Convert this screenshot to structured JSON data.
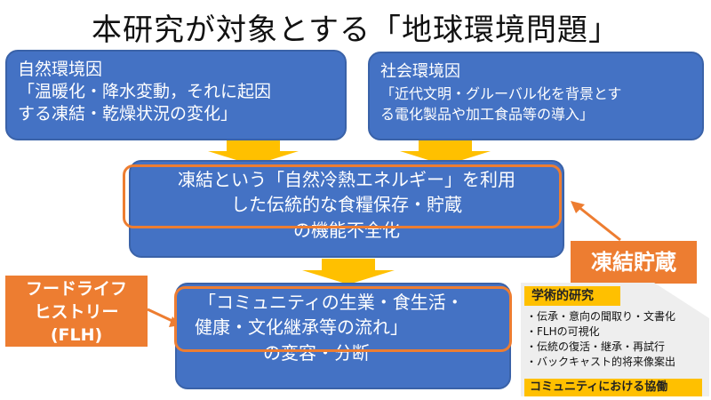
{
  "title": "本研究が対象とする「地球環境問題」",
  "natural": {
    "heading": "自然環境因",
    "line1": "「温暖化・降水変動，それに起因",
    "line2": "する凍結・乾燥状況の変化」"
  },
  "social": {
    "heading": "社会環境因",
    "line1": "「近代文明・グルーバル化を背景とす",
    "line2": "る電化製品や加工食品等の導入」"
  },
  "freeze": {
    "line1": "凍結という「自然冷熱エネルギー」を利用",
    "line2": "した伝統的な食糧保存・貯蔵",
    "line3": "の機能不全化"
  },
  "change": {
    "line1": "「コミュニティの生業・食生活・",
    "line2": "健康・文化継承等の流れ」",
    "line3": "の変容・分断"
  },
  "storage_label": "凍結貯蔵",
  "flh_label": {
    "line1": "フードライフ",
    "line2": "ヒストリー",
    "line3": "(FLH)"
  },
  "research": {
    "title": "学術的研究",
    "items": [
      "・伝承・意向の聞取り・文書化",
      "・FLHの可視化",
      "・伝統の復活・継承・再試行",
      "・バックキャスト的将来像案出"
    ],
    "footer": "コミュニティにおける協働"
  },
  "colors": {
    "box_blue": "#4472c4",
    "orange": "#ed7d31",
    "arrow_yellow": "#ffc000",
    "research_bg": "#eeeeee"
  }
}
